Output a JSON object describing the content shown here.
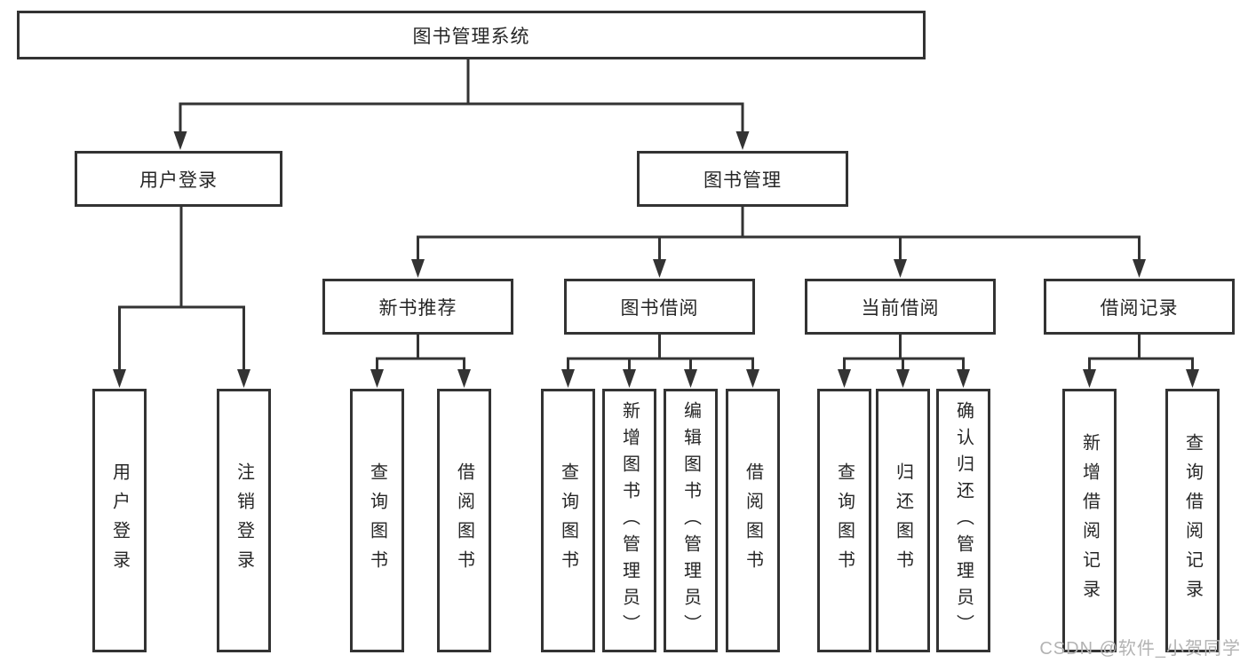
{
  "diagram": {
    "root": "图书管理系统",
    "level2": [
      "用户登录",
      "图书管理"
    ],
    "level3": [
      "新书推荐",
      "图书借阅",
      "当前借阅",
      "借阅记录"
    ],
    "groups": [
      {
        "parent": "用户登录",
        "children": [
          "用户登录",
          "注销登录"
        ]
      },
      {
        "parent": "新书推荐",
        "children": [
          "查询图书",
          "借阅图书"
        ]
      },
      {
        "parent": "图书借阅",
        "children": [
          "查询图书",
          "新增图书（管理员）",
          "编辑图书（管理员）",
          "借阅图书"
        ]
      },
      {
        "parent": "当前借阅",
        "children": [
          "查询图书",
          "归还图书",
          "确认归还（管理员）"
        ]
      },
      {
        "parent": "借阅记录",
        "children": [
          "新增借阅记录",
          "查询借阅记录"
        ]
      }
    ]
  },
  "watermark": "CSDN @软件_小贺同学",
  "colors": {
    "line": "#333333",
    "border": "#333333",
    "text": "#262626",
    "background": "#ffffff",
    "watermark": "#b3b3b3"
  }
}
